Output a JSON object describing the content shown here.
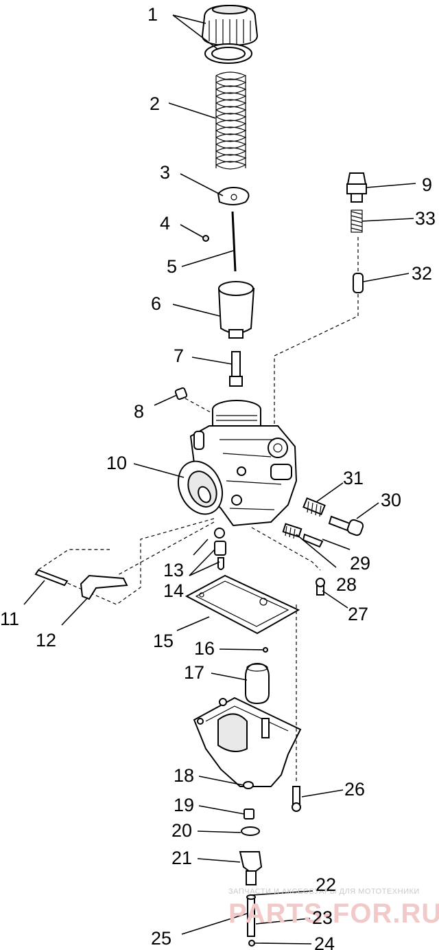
{
  "callouts": [
    {
      "n": "1"
    },
    {
      "n": "2"
    },
    {
      "n": "3"
    },
    {
      "n": "4"
    },
    {
      "n": "5"
    },
    {
      "n": "6"
    },
    {
      "n": "7"
    },
    {
      "n": "8"
    },
    {
      "n": "9"
    },
    {
      "n": "10"
    },
    {
      "n": "11"
    },
    {
      "n": "12"
    },
    {
      "n": "13"
    },
    {
      "n": "14"
    },
    {
      "n": "15"
    },
    {
      "n": "16"
    },
    {
      "n": "17"
    },
    {
      "n": "18"
    },
    {
      "n": "19"
    },
    {
      "n": "20"
    },
    {
      "n": "21"
    },
    {
      "n": "22"
    },
    {
      "n": "23"
    },
    {
      "n": "24"
    },
    {
      "n": "25"
    },
    {
      "n": "26"
    },
    {
      "n": "27"
    },
    {
      "n": "28"
    },
    {
      "n": "29"
    },
    {
      "n": "30"
    },
    {
      "n": "31"
    },
    {
      "n": "32"
    },
    {
      "n": "33"
    }
  ],
  "watermark": {
    "tagline": "ЗАПЧАСТИ И АКСЕССУАРЫ ДЛЯ МОТОТЕХНИКИ",
    "brand": "PARTS-FOR.RU"
  }
}
